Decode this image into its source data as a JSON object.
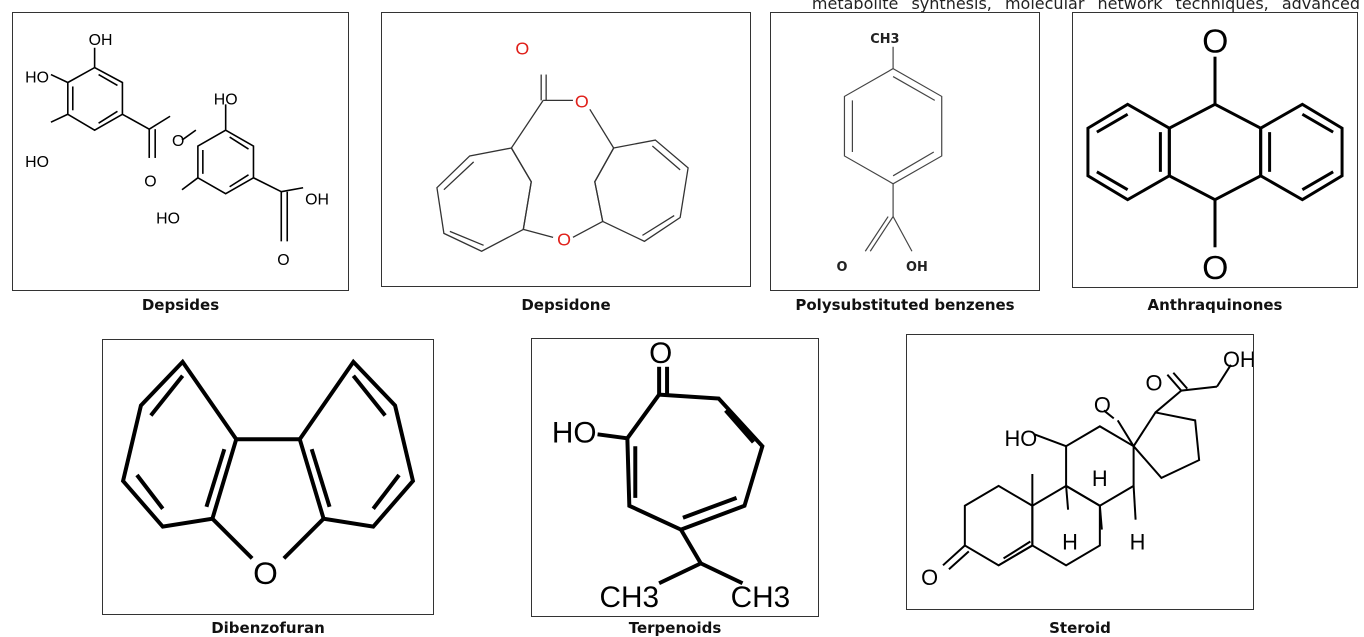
{
  "header": {
    "text": "metabolite synthesis, molecular network techniques, advanced"
  },
  "panels": [
    {
      "caption": "Depsides",
      "atoms": {
        "oh_top": "OH",
        "ho_1": "HO",
        "ho_2": "HO",
        "ho_right": "HO",
        "o_bridge": "O",
        "o_carbonyl": "O",
        "ho_bottom": "HO",
        "oh_acid": "OH",
        "o_acid": "O"
      }
    },
    {
      "caption": "Depsidone",
      "atoms": {
        "o_carbonyl": "O",
        "o_ring": "O",
        "o_ether": "O"
      }
    },
    {
      "caption": "Polysubstituted benzenes",
      "atoms": {
        "ch3": "CH3",
        "o": "O",
        "oh": "OH"
      }
    },
    {
      "caption": "Anthraquinones",
      "atoms": {
        "o_top": "O",
        "o_bottom": "O"
      }
    },
    {
      "caption": "Dibenzofuran",
      "atoms": {
        "o": "O"
      }
    },
    {
      "caption": "Terpenoids",
      "atoms": {
        "o": "O",
        "ho": "HO",
        "ch3_left": "CH3",
        "ch3_right": "CH3"
      }
    },
    {
      "caption": "Steroid",
      "atoms": {
        "oh": "OH",
        "o_ketone": "O",
        "o_aldehyde": "O",
        "ho": "HO",
        "h_1": "H",
        "h_2": "H",
        "h_3": "H",
        "o_bottom": "O"
      }
    }
  ]
}
